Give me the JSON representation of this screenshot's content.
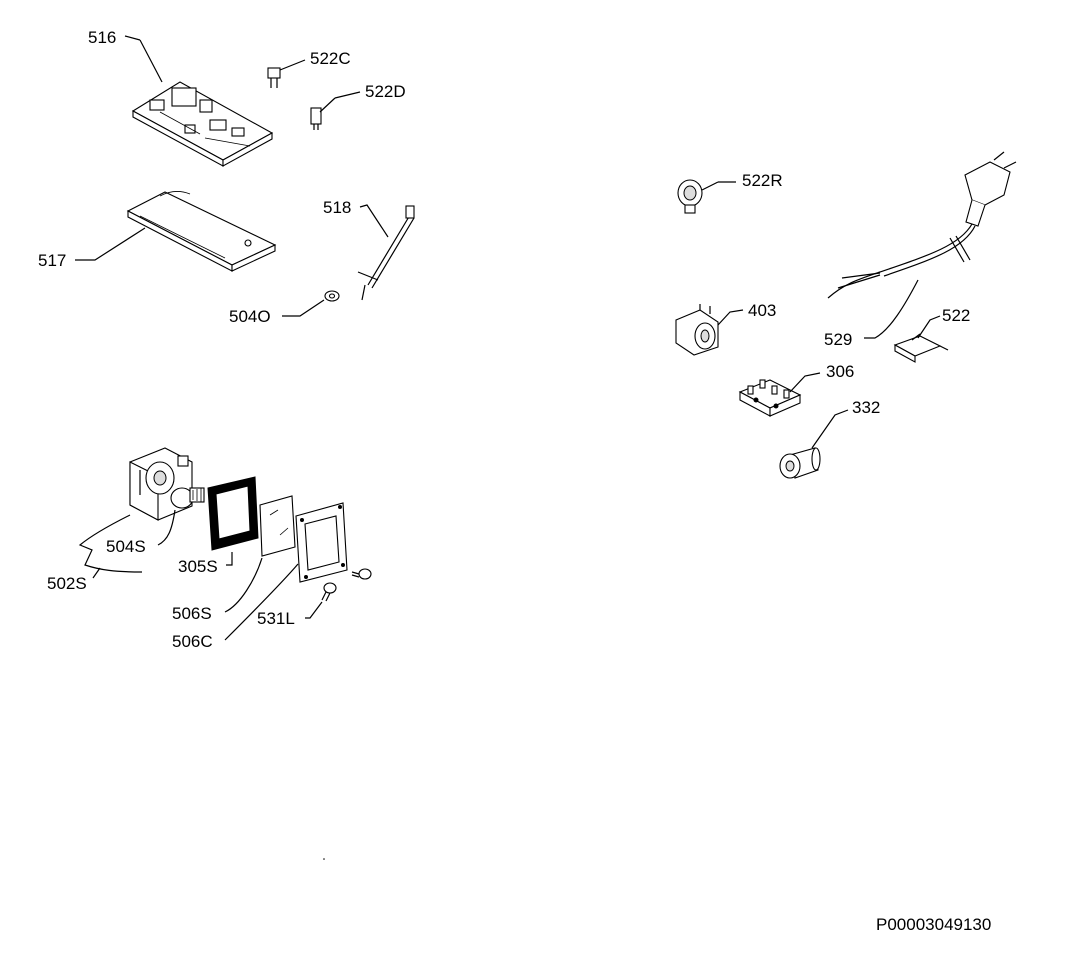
{
  "labels": {
    "p516": "516",
    "p522C": "522C",
    "p522D": "522D",
    "p517": "517",
    "p518": "518",
    "p504O": "504O",
    "p522R": "522R",
    "p403": "403",
    "p529": "529",
    "p522": "522",
    "p306": "306",
    "p332": "332",
    "p504S": "504S",
    "p502S": "502S",
    "p305S": "305S",
    "p506S": "506S",
    "p506C": "506C",
    "p531L": "531L"
  },
  "diagram_code": "P00003049130"
}
